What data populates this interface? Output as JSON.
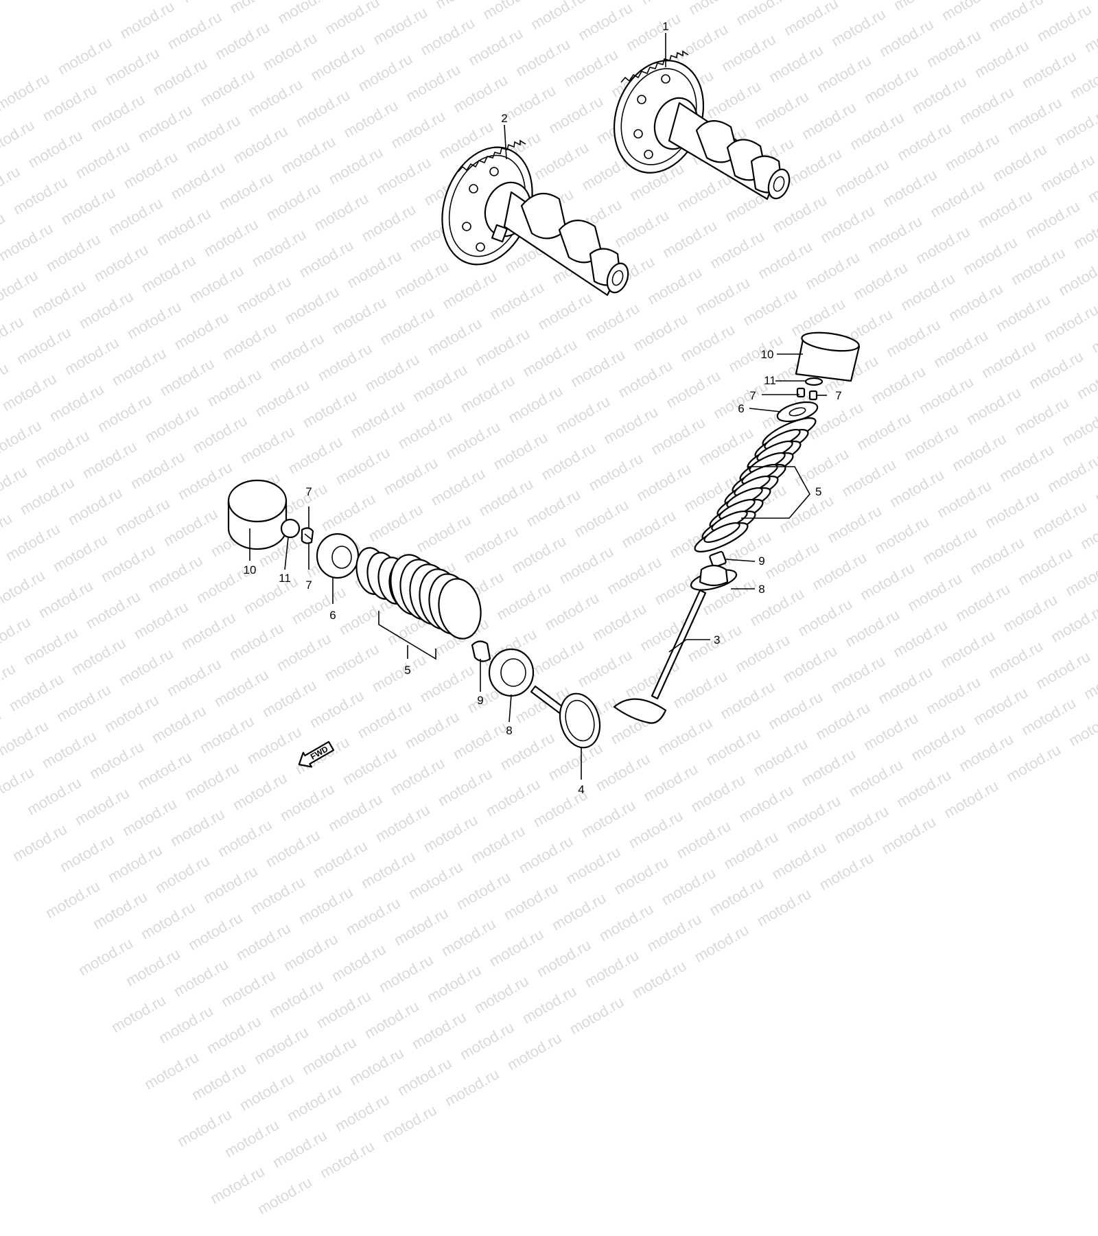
{
  "watermark": {
    "text": "motod.ru",
    "color": "#d9d9d9"
  },
  "direction_indicator": {
    "label": "FWD",
    "icon": "arrow-left-down-icon"
  },
  "callouts": {
    "c1": "1",
    "c2": "2",
    "c3": "3",
    "c4": "4",
    "c5": "5",
    "c6": "6",
    "c7": "7",
    "c8": "8",
    "c9": "9",
    "c10": "10",
    "c11": "11"
  }
}
